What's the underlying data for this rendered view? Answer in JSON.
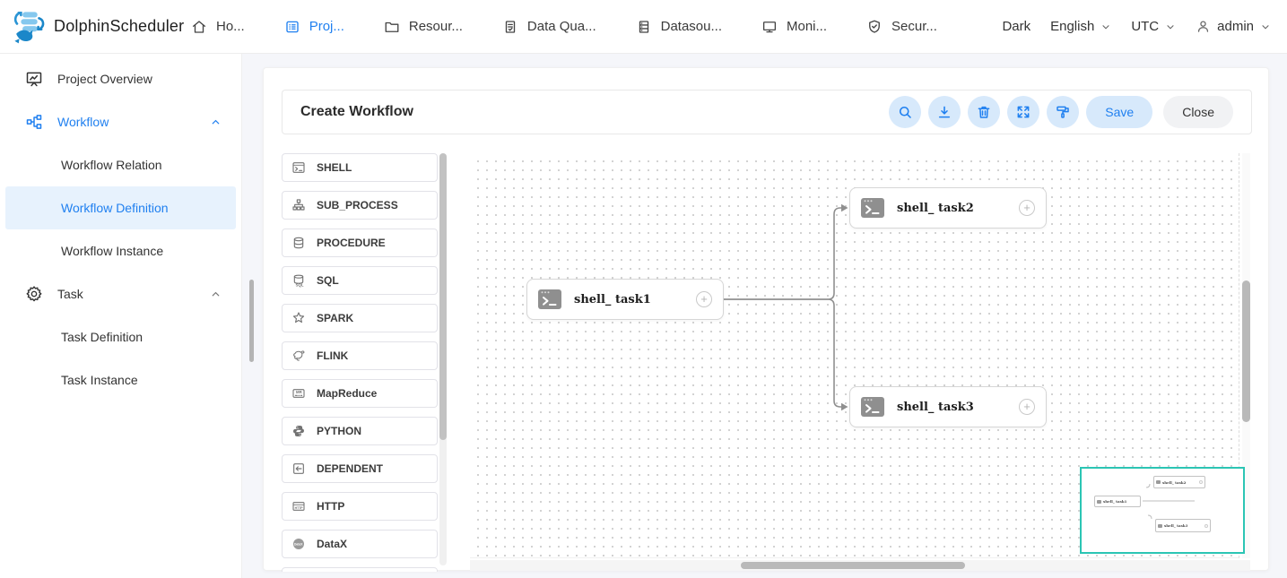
{
  "navbar": {
    "brand": "DolphinScheduler",
    "tabs": [
      {
        "label": "Ho...",
        "icon": "home-icon"
      },
      {
        "label": "Proj...",
        "icon": "project-icon"
      },
      {
        "label": "Resour...",
        "icon": "resources-icon"
      },
      {
        "label": "Data Qua...",
        "icon": "data-quality-icon"
      },
      {
        "label": "Datasou...",
        "icon": "datasource-icon"
      },
      {
        "label": "Moni...",
        "icon": "monitor-icon"
      },
      {
        "label": "Secur...",
        "icon": "security-icon"
      }
    ],
    "theme_label": "Dark",
    "language": "English",
    "timezone": "UTC",
    "username": "admin"
  },
  "sidebar": {
    "items": [
      {
        "label": "Project Overview"
      },
      {
        "label": "Workflow"
      },
      {
        "label": "Workflow Relation"
      },
      {
        "label": "Workflow Definition"
      },
      {
        "label": "Workflow Instance"
      },
      {
        "label": "Task"
      },
      {
        "label": "Task Definition"
      },
      {
        "label": "Task Instance"
      }
    ],
    "active_item": "Workflow Definition"
  },
  "workflow_editor": {
    "title": "Create Workflow",
    "toolbar": {
      "icons": [
        "search-icon",
        "download-icon",
        "delete-icon",
        "fullscreen-icon",
        "format-icon"
      ],
      "save_label": "Save",
      "close_label": "Close"
    },
    "toolbox": [
      {
        "label": "SHELL"
      },
      {
        "label": "SUB_PROCESS"
      },
      {
        "label": "PROCEDURE"
      },
      {
        "label": "SQL"
      },
      {
        "label": "SPARK"
      },
      {
        "label": "FLINK"
      },
      {
        "label": "MapReduce"
      },
      {
        "label": "PYTHON"
      },
      {
        "label": "DEPENDENT"
      },
      {
        "label": "HTTP"
      },
      {
        "label": "DataX"
      }
    ],
    "nodes": [
      {
        "name": "shell_ task1"
      },
      {
        "name": "shell_ task2"
      },
      {
        "name": "shell_ task3"
      }
    ],
    "edges": [
      {
        "from": "shell_ task1",
        "to": "shell_ task2"
      },
      {
        "from": "shell_ task1",
        "to": "shell_ task3"
      }
    ]
  },
  "colors": {
    "primary": "#2080f0",
    "active_bg": "#e7f2fd",
    "minimap_border": "#2bc5b4"
  }
}
